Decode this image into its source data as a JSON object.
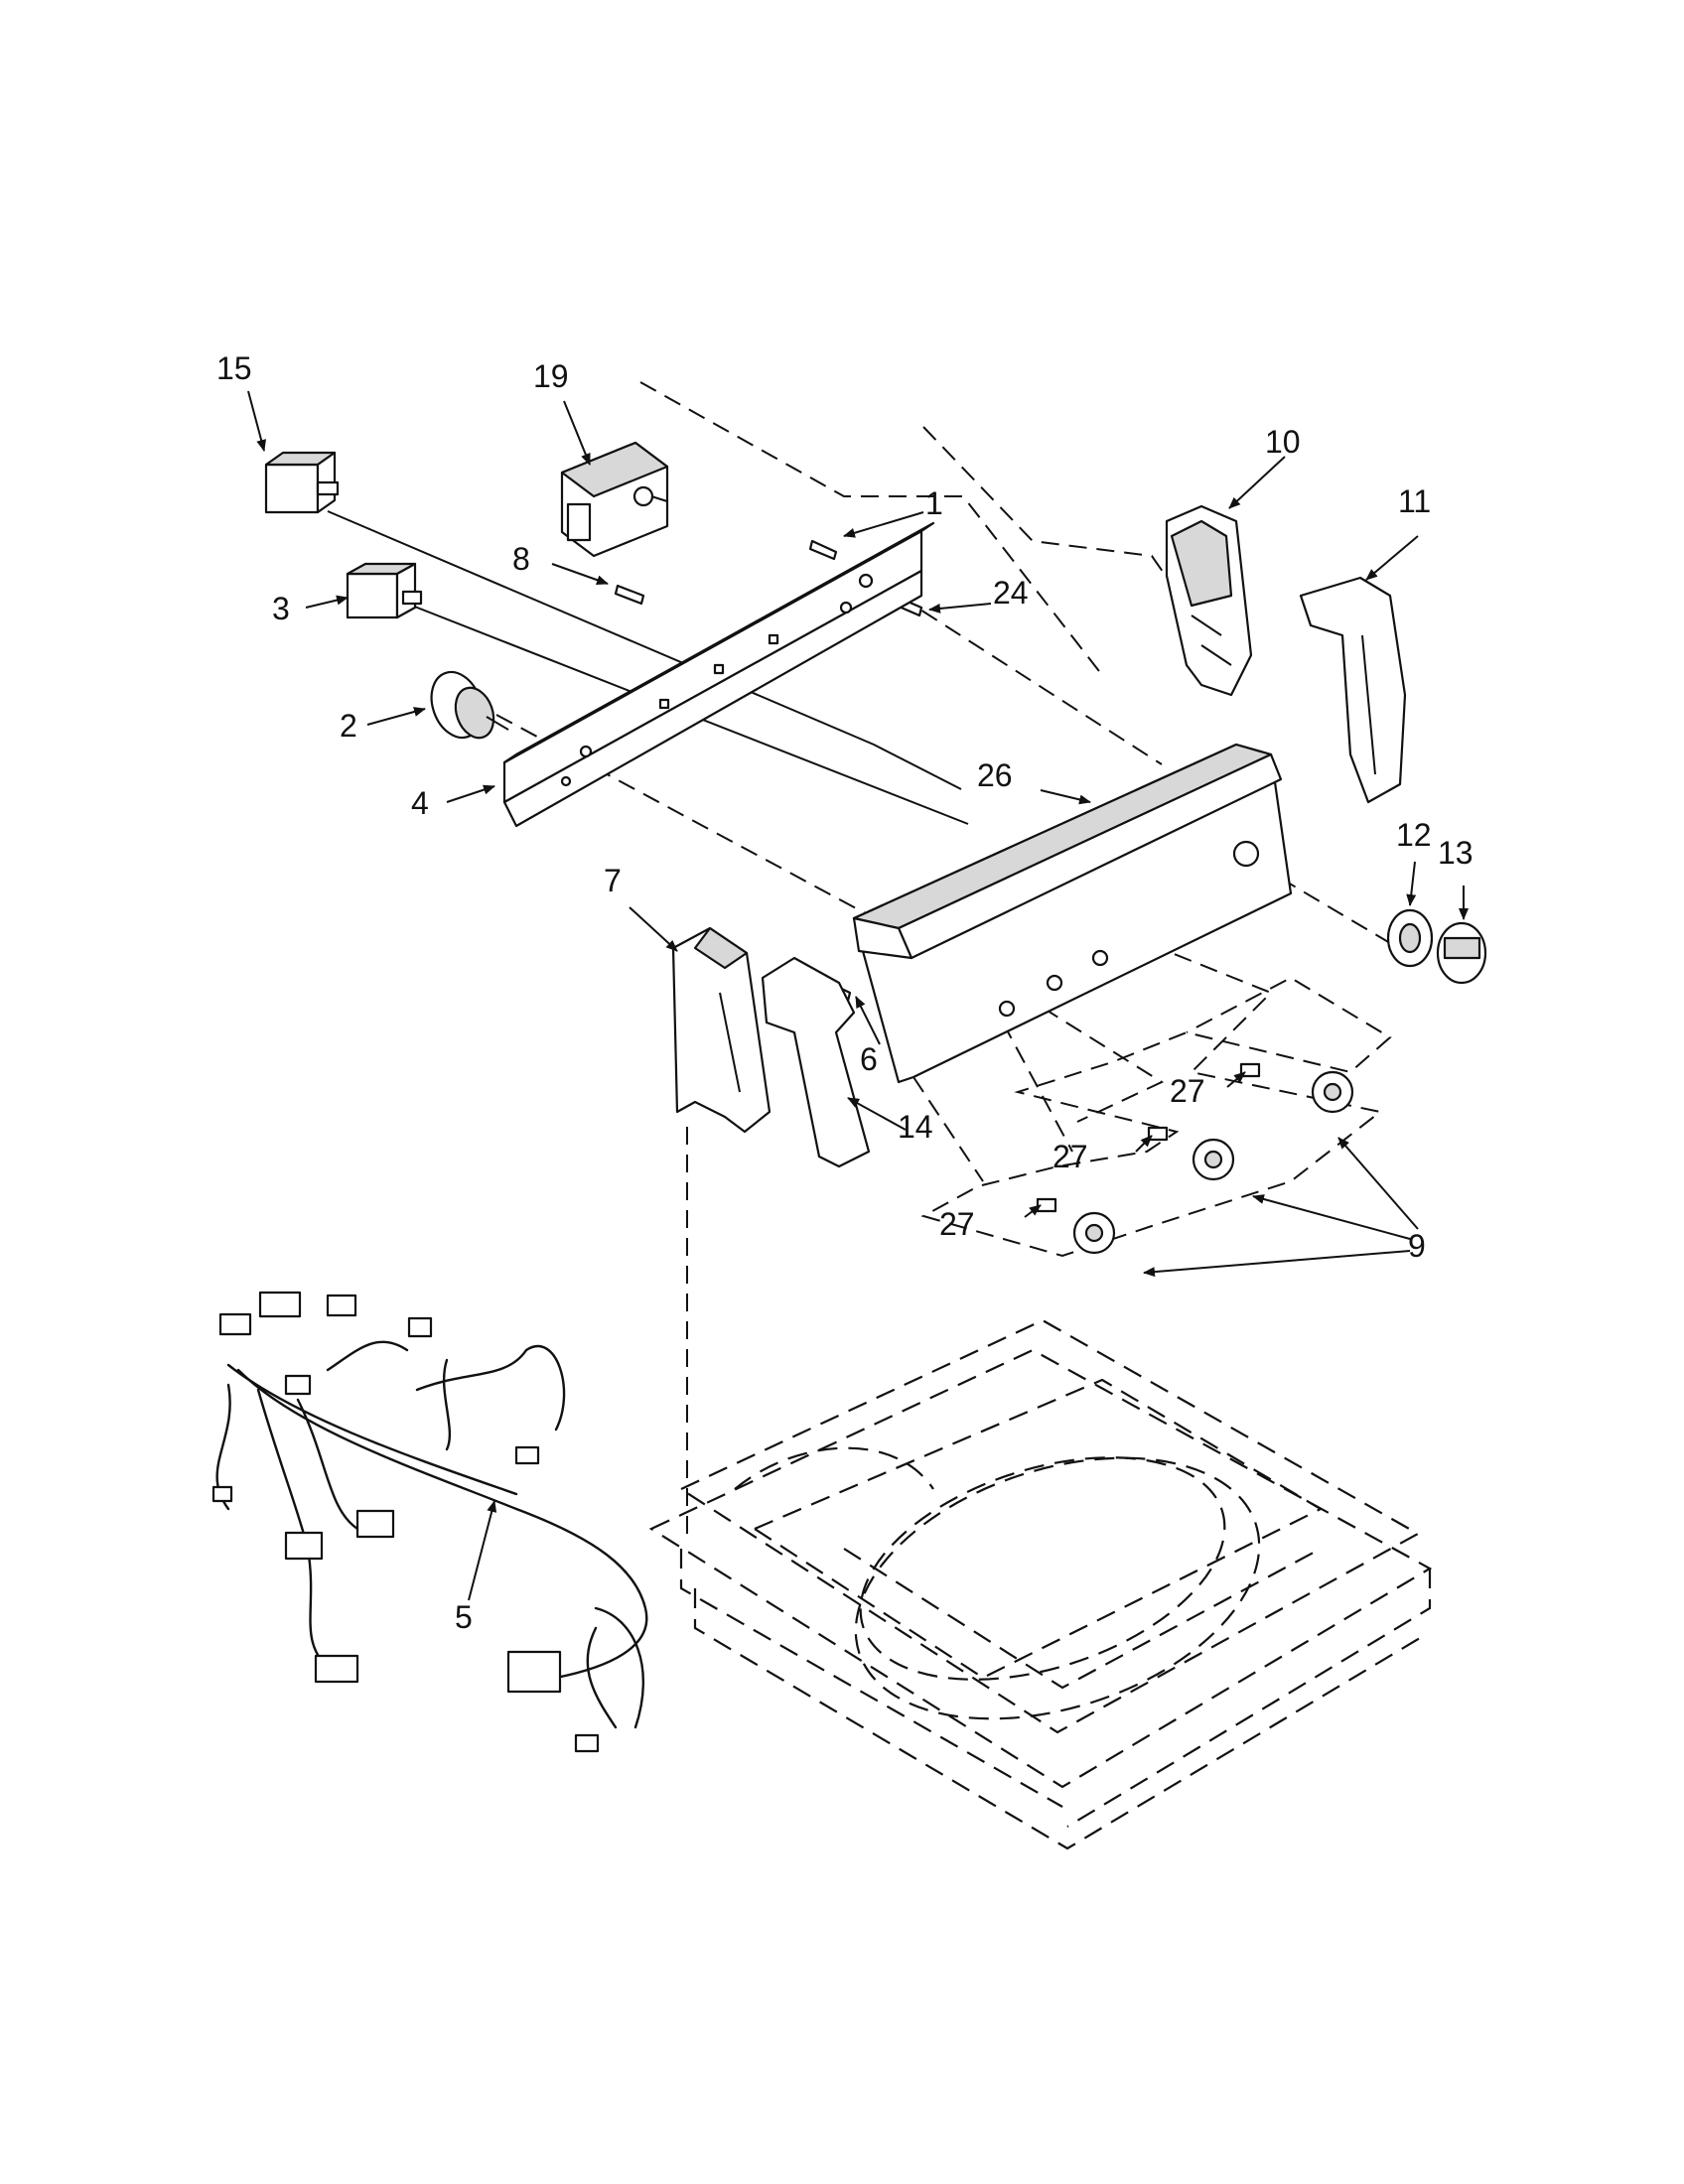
{
  "diagram": {
    "callouts": [
      "15",
      "19",
      "1",
      "8",
      "3",
      "24",
      "10",
      "11",
      "2",
      "4",
      "26",
      "12",
      "13",
      "7",
      "6",
      "14",
      "27",
      "27",
      "27",
      "9",
      "5"
    ]
  }
}
